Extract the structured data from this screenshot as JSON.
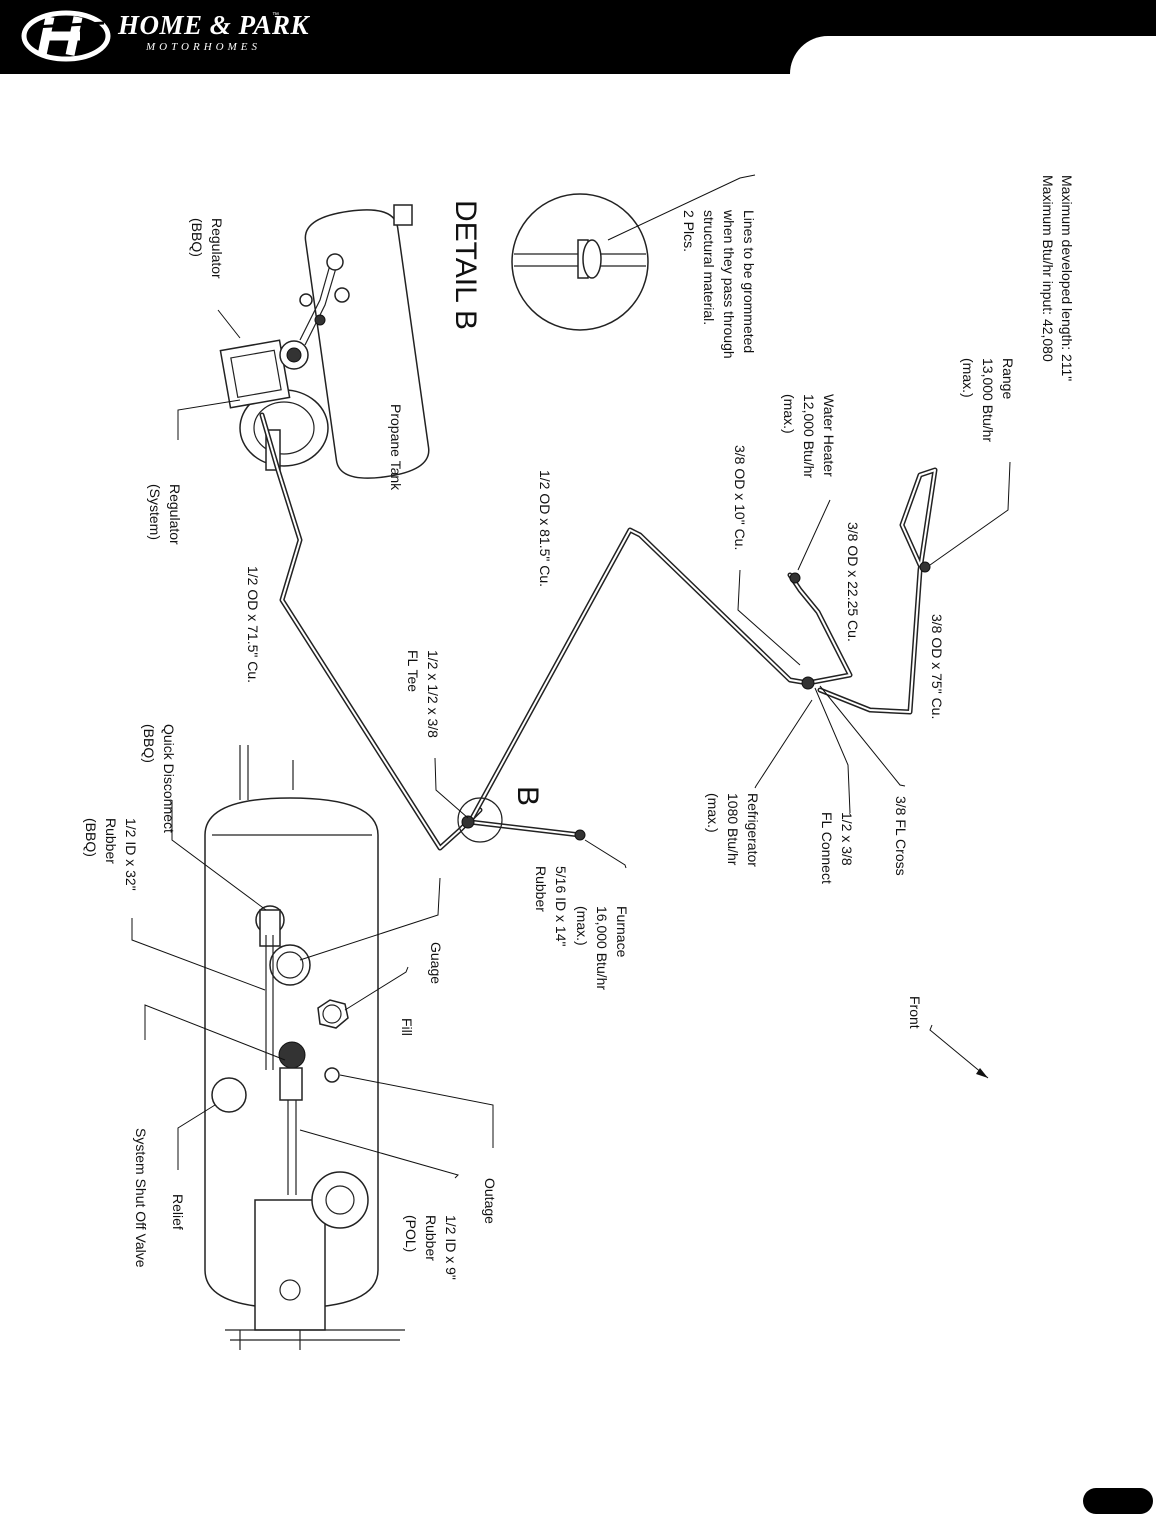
{
  "header": {
    "brand_name": "HOME & PARK",
    "trademark": "™",
    "brand_sub": "MOTORHOMES"
  },
  "diagram": {
    "spec_lines": [
      "Maximum developed length: 211\"",
      "Maximum Btu/hr input: 42,080"
    ],
    "detail_title": "DETAIL B",
    "detail_marker": "B",
    "labels": {
      "range": [
        "Range",
        "13,000 Btu/hr",
        "(max.)"
      ],
      "water_heater": [
        "Water Heater",
        "12,000 Btu/hr",
        "(max.)"
      ],
      "grommet_note": [
        "Lines to be grommeted",
        "when they pass through",
        "structural material.",
        "2 Plcs."
      ],
      "regulator_bbq": [
        "Regulator",
        "(BBQ)"
      ],
      "regulator_system": [
        "Regulator",
        "(System)"
      ],
      "propane_tank": "Propane Tank",
      "pipe_3_8_10": "3/8 OD x 10\" Cu.",
      "pipe_1_2_81_5": "1/2 OD x 81.5\" Cu.",
      "pipe_3_8_22_25": "3/8 OD x 22.25 Cu.",
      "pipe_3_8_75": "3/8 OD x 75\" Cu.",
      "pipe_1_2_71_5": "1/2 OD x 71.5\" Cu.",
      "fl_tee": [
        "1/2 x 1/2 x 3/8",
        "FL Tee"
      ],
      "quick_disconnect": [
        "Quick Disconnect",
        "(BBQ)"
      ],
      "rubber_bbq": [
        "1/2 ID x 32\"",
        "Rubber",
        "(BBQ)"
      ],
      "fl_cross": "3/8 FL Cross",
      "fl_connect": [
        "1/2 x 3/8",
        "FL Connect"
      ],
      "refrigerator": [
        "Refrigerator",
        "1080 Btu/hr",
        "(max.)"
      ],
      "furnace": [
        "Furnace",
        "16,000 Btu/hr",
        "(max.)"
      ],
      "furnace_rubber": [
        "5/16 ID x 14\"",
        "Rubber"
      ],
      "guage": "Guage",
      "fill": "Fill",
      "outage": "Outage",
      "rubber_pol": [
        "1/2 ID x 9\"",
        "Rubber",
        "(POL)"
      ],
      "relief": "Relief",
      "shut_off": "System Shut Off Valve",
      "front": "Front"
    }
  }
}
